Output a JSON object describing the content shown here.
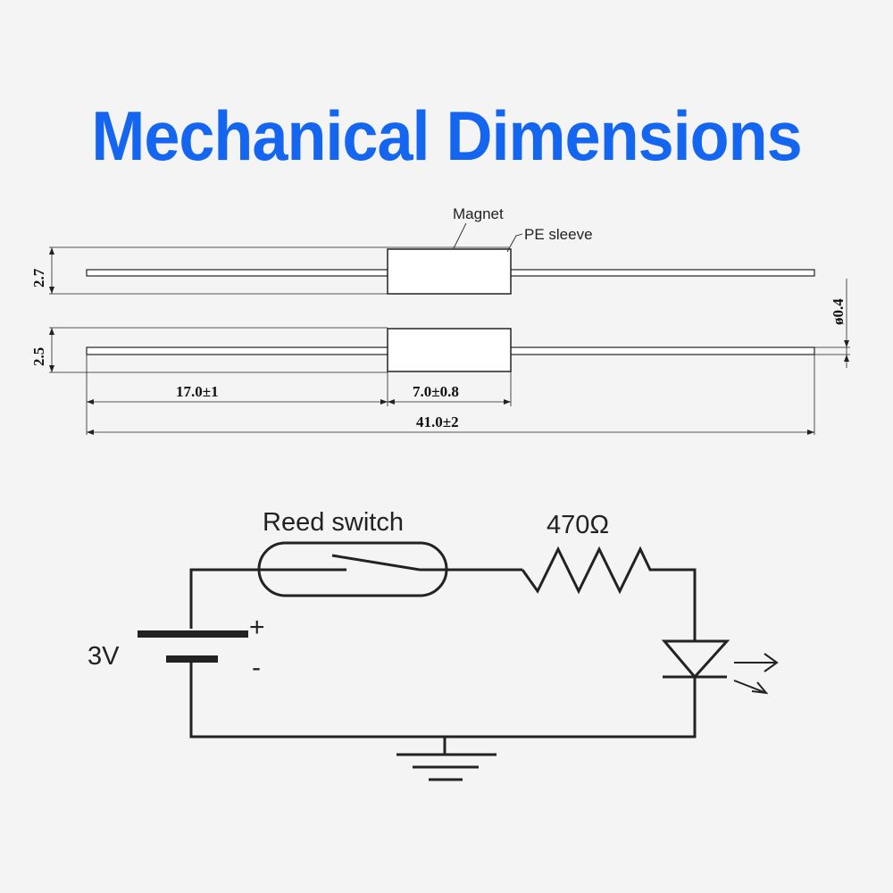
{
  "title": "Mechanical Dimensions",
  "drawing": {
    "magnet_label": "Magnet",
    "sleeve_label": "PE sleeve",
    "dim_height_top": "2.7",
    "dim_height_bottom": "2.5",
    "dim_diameter": "ø0.4",
    "dim_lead": "17.0±1",
    "dim_body": "7.0±0.8",
    "dim_total": "41.0±2"
  },
  "circuit": {
    "switch_label": "Reed switch",
    "resistor_label": "470Ω",
    "battery_label": "3V",
    "plus_label": "+",
    "minus_label": "-"
  }
}
